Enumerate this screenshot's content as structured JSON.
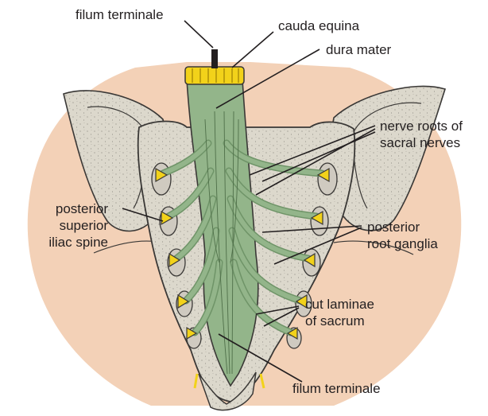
{
  "labels": {
    "filum_terminale_top": "filum terminale",
    "cauda_equina": "cauda equina",
    "dura_mater": "dura mater",
    "nerve_roots_line1": "nerve roots of",
    "nerve_roots_line2": "sacral nerves",
    "psis_line1": "posterior",
    "psis_line2": "superior",
    "psis_line3": "iliac spine",
    "ganglia_line1": "posterior",
    "ganglia_line2": "root ganglia",
    "laminae_line1": "cut laminae",
    "laminae_line2": "of sacrum",
    "filum_terminale_bottom": "filum terminale"
  },
  "colors": {
    "skin": "#f3d1b7",
    "bone": "#dcd8cc",
    "bone_edge": "#3a3836",
    "dura": "#93b58a",
    "dura_dark": "#6f9468",
    "ganglion": "#f2d21a",
    "leader": "#231f20"
  }
}
